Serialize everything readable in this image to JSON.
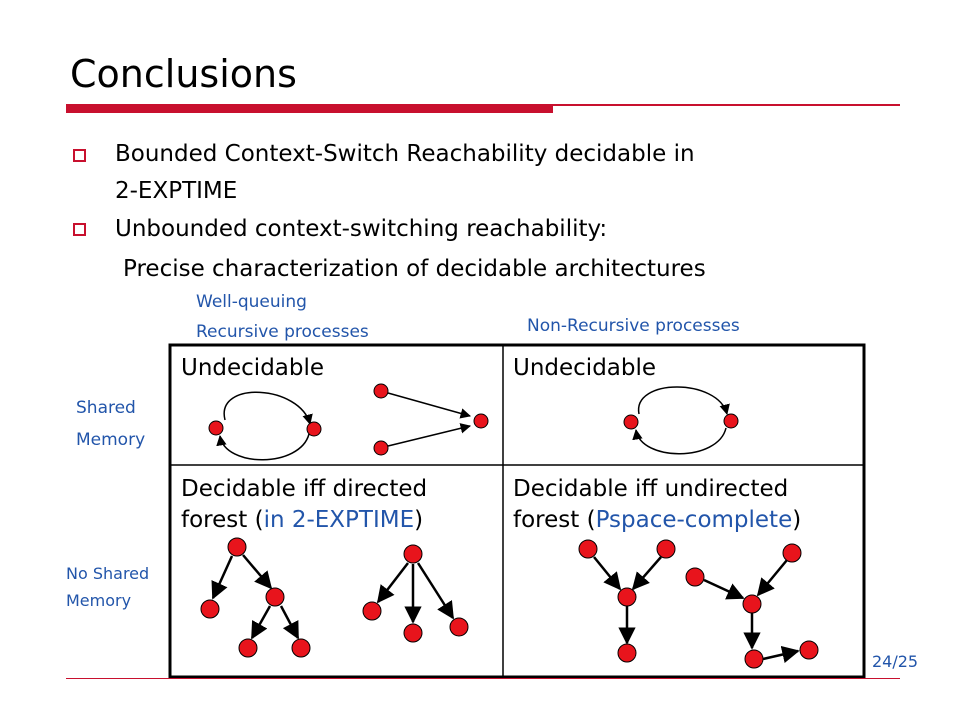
{
  "slide": {
    "title": "Conclusions",
    "bullets": [
      {
        "line1": "Bounded Context-Switch Reachability decidable in",
        "line2": "2-EXPTIME"
      },
      {
        "line1": "Unbounded context-switching reachability:",
        "line2": "Precise characterization of decidable architectures"
      }
    ],
    "column_headers": {
      "col1_line1": "Well-queuing",
      "col1_line2": "Recursive processes",
      "col2": "Non-Recursive processes"
    },
    "row_headers": {
      "row1_line1": "Shared",
      "row1_line2": "Memory",
      "row2_line1": "No Shared",
      "row2_line2": "Memory"
    },
    "cells": {
      "r1c1": "Undecidable",
      "r1c2": "Undecidable",
      "r2c1_line1": "Decidable iff directed",
      "r2c1_prefix": "forest (",
      "r2c1_highlight": "in 2-EXPTIME",
      "r2c1_suffix": ")",
      "r2c2_line1": "Decidable iff undirected",
      "r2c2_prefix": "forest (",
      "r2c2_highlight": "Pspace-complete",
      "r2c2_suffix": ")"
    },
    "page_number": "24/25",
    "colors": {
      "accent": "#c8102e",
      "highlight_text": "#2255aa",
      "node_fill": "#e8141c"
    }
  }
}
